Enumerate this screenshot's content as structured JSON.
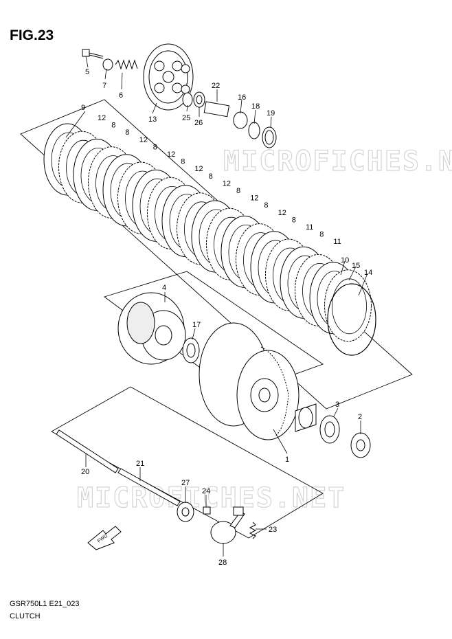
{
  "figure": {
    "title": "FIG.23",
    "code": "GSR750L1 E21_023",
    "caption": "CLUTCH"
  },
  "watermark": "MICROFICHES.NET",
  "fwd_label": "FWD",
  "callouts": {
    "p1": "1",
    "p2": "2",
    "p3": "3",
    "p4": "4",
    "p5": "5",
    "p6": "6",
    "p7": "7",
    "p9": "9",
    "p10": "10",
    "p13": "13",
    "p14": "14",
    "p15": "15",
    "p16": "16",
    "p17": "17",
    "p18": "18",
    "p19": "19",
    "p20": "20",
    "p21": "21",
    "p22": "22",
    "p23": "23",
    "p24": "24",
    "p25": "25",
    "p26": "26",
    "p27": "27",
    "p28": "28",
    "plate_series": [
      "12",
      "8",
      "8",
      "12",
      "8",
      "12",
      "8",
      "12",
      "8",
      "12",
      "8",
      "12",
      "8",
      "12",
      "8",
      "11",
      "8",
      "11"
    ]
  },
  "colors": {
    "line": "#000000",
    "watermark": "#d4d4d4",
    "fill": "#ffffff"
  }
}
